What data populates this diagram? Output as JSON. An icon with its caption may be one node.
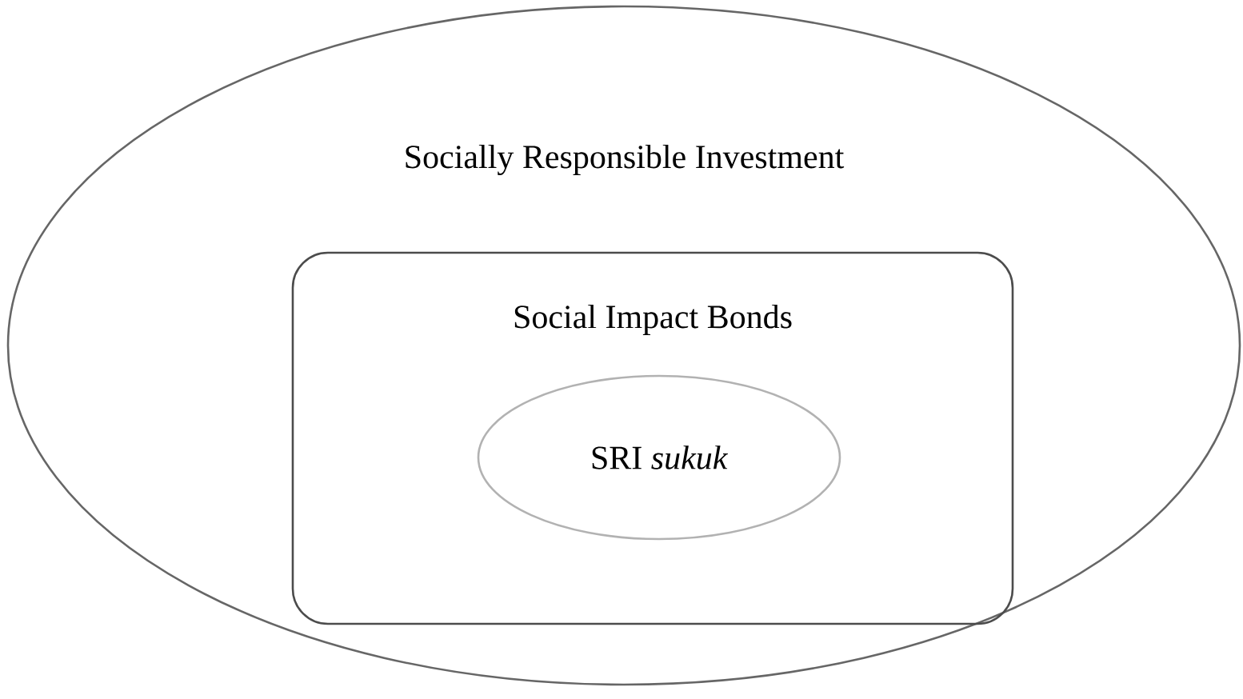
{
  "diagram": {
    "nodes": [
      {
        "text": [
          "Socially Responsible Investment"
        ]
      },
      {
        "text": [
          "Social Impact Bonds"
        ],
        "in": 0
      },
      {
        "text": [
          "SRI *sukuk*"
        ],
        "in": 1
      }
    ]
  }
}
